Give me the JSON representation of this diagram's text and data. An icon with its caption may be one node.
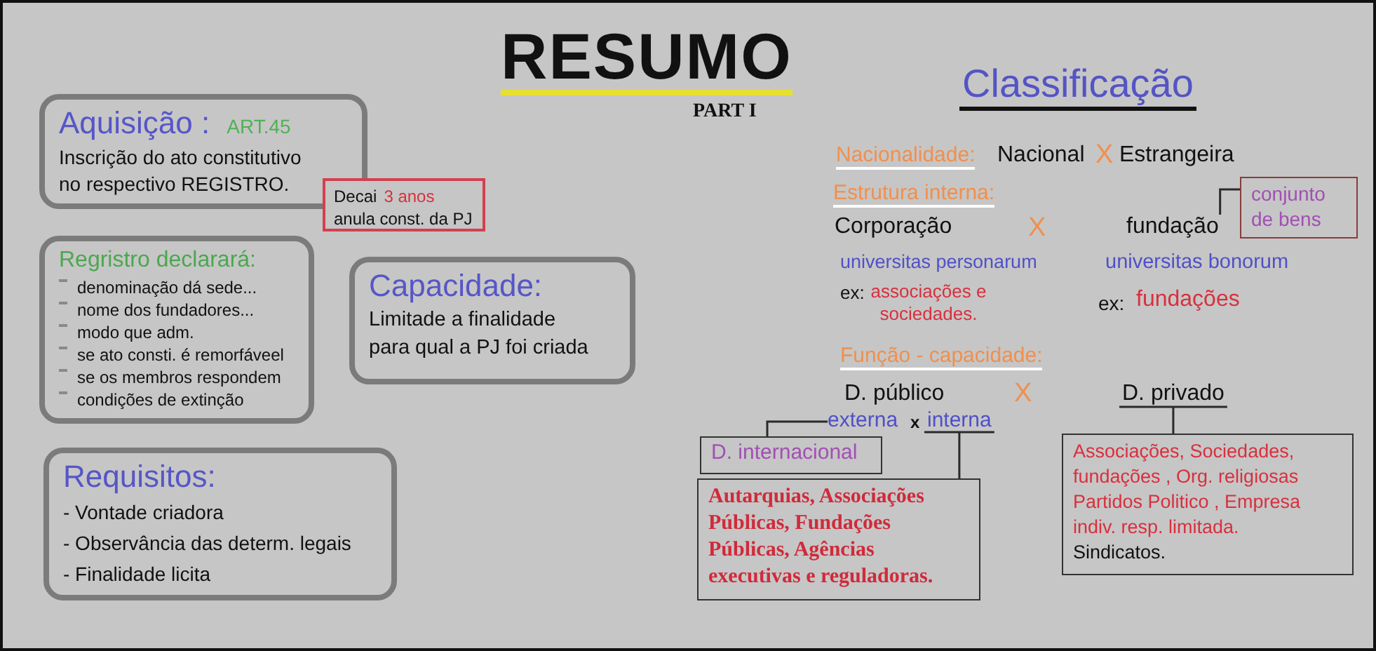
{
  "diagram": {
    "title": "RESUMO",
    "nodes": [
      {
        "text": [
          "Aquisição :",
          "ART.45",
          "Inscrição do ato constitutivo no respectivo REGISTRO."
        ]
      },
      {
        "text": [
          "Decai",
          "3 anos",
          "anula const. da PJ"
        ]
      },
      {
        "text": [
          "Regristro declarará:",
          "denominação dá sede...",
          "nome dos fundadores...",
          "modo que adm.",
          "se ato consti. é remorfáveel",
          "se os membros respondem",
          "condições de extinção"
        ]
      },
      {
        "text": [
          "Capacidade:",
          "Limitade a finalidade para qual a PJ foi criada"
        ]
      },
      {
        "text": [
          "Requisitos:",
          "- Vontade criadora",
          "- Observância das determ. legais",
          "- Finalidade licita"
        ]
      },
      {
        "text": [
          "fundação"
        ]
      },
      {
        "text": [
          "conjunto de bens"
        ]
      },
      {
        "text": [
          "externa"
        ]
      },
      {
        "text": [
          "interna"
        ]
      },
      {
        "text": [
          "D. privado"
        ]
      },
      {
        "text": [
          "D. internacional"
        ]
      },
      {
        "text": [
          "Autarquias, Associações Públicas, Fundações Públicas, Agências executivas e reguladoras."
        ]
      },
      {
        "text": [
          "Associações, Sociedades, fundações , Org. religiosas Partidos Politico , Empresa indiv. resp. limitada.",
          "Sindicatos."
        ]
      }
    ],
    "edges": [
      {
        "from": 5,
        "to": 6,
        "arrow": "none"
      },
      {
        "from": 7,
        "to": 10,
        "arrow": "none"
      },
      {
        "from": 8,
        "to": 11,
        "arrow": "none"
      },
      {
        "from": 9,
        "to": 12,
        "arrow": "none"
      }
    ],
    "labels": [
      "PART I",
      "Classificação",
      "Nacionalidade:",
      "Nacional",
      "X",
      "Estrangeira",
      "Estrutura interna:",
      "Corporação",
      "X",
      "universitas personarum",
      "universitas bonorum",
      "ex:",
      "associações e sociedades.",
      "ex:",
      "fundações",
      "Função - capacidade:",
      "D. público",
      "X",
      "x"
    ]
  }
}
